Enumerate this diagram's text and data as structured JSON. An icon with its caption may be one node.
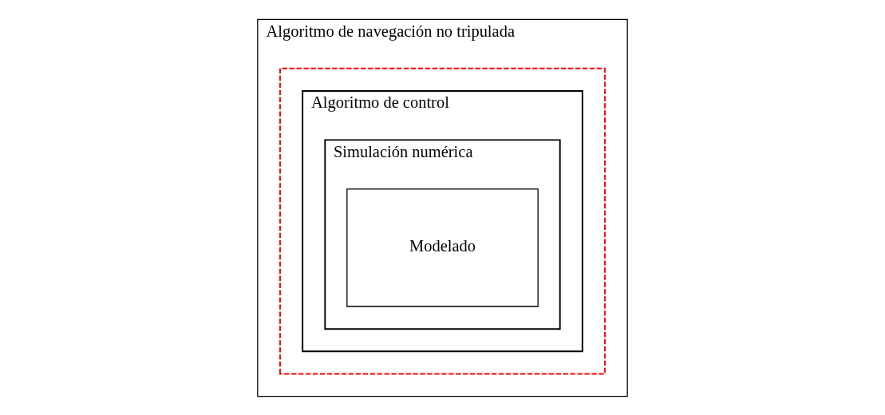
{
  "diagram": {
    "nodes": [
      {
        "text": [
          "Algoritmo de navegación no tripulada"
        ]
      },
      {
        "text": [],
        "shape": "box",
        "in": 0
      },
      {
        "text": [
          "Algoritmo de control"
        ],
        "in": 1
      },
      {
        "text": [
          "Simulación numérica"
        ],
        "in": 2
      },
      {
        "text": [
          "Modelado"
        ],
        "in": 3
      }
    ],
    "edges": []
  }
}
